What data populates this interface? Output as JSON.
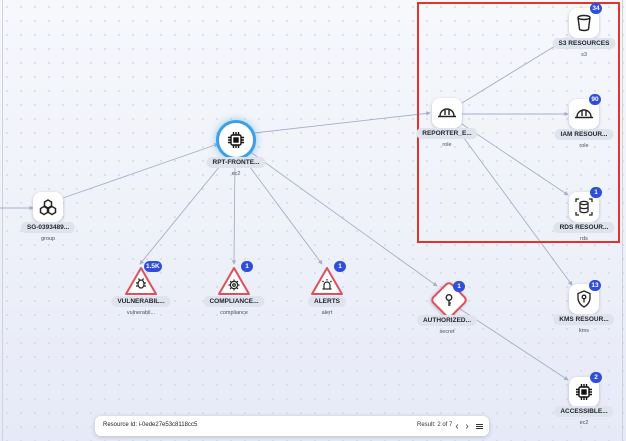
{
  "nodes": {
    "sg": {
      "label": "SG-0393489...",
      "type": "group"
    },
    "rpt": {
      "label": "RPT-FRONTE...",
      "type": "ec2"
    },
    "vuln": {
      "label": "VULNERABIL...",
      "type": "vulnerabil...",
      "badge": "1.5K"
    },
    "compliance": {
      "label": "COMPLIANCE...",
      "type": "compliance",
      "badge": "1"
    },
    "alerts": {
      "label": "ALERTS",
      "type": "alert",
      "badge": "1"
    },
    "authorized": {
      "label": "AUTHORIZED...",
      "type": "secret",
      "badge": "1"
    },
    "reporter": {
      "label": "REPORTER_E...",
      "type": "role"
    },
    "s3": {
      "label": "S3 RESOURCES",
      "type": "s3",
      "badge": "34"
    },
    "iam": {
      "label": "IAM RESOUR...",
      "type": "role",
      "badge": "90"
    },
    "rds": {
      "label": "RDS RESOUR...",
      "type": "rds",
      "badge": "1"
    },
    "kms": {
      "label": "KMS RESOUR...",
      "type": "kms",
      "badge": "13"
    },
    "accessible": {
      "label": "ACCESSIBLE...",
      "type": "ec2",
      "badge": "2"
    }
  },
  "footer": {
    "resource_id": "Resource Id: i-0ede27e53c8118cc5",
    "result": "Result: 2 of 7",
    "prev_icon": "chevron-left-icon",
    "next_icon": "chevron-right-icon",
    "list_icon": "list-icon"
  },
  "colors": {
    "badge": "#2f4fd8",
    "hub_ring": "#3aa0e8",
    "alert_red": "#e0505a",
    "selection": "#e0342f",
    "edge": "#a7aec6"
  }
}
